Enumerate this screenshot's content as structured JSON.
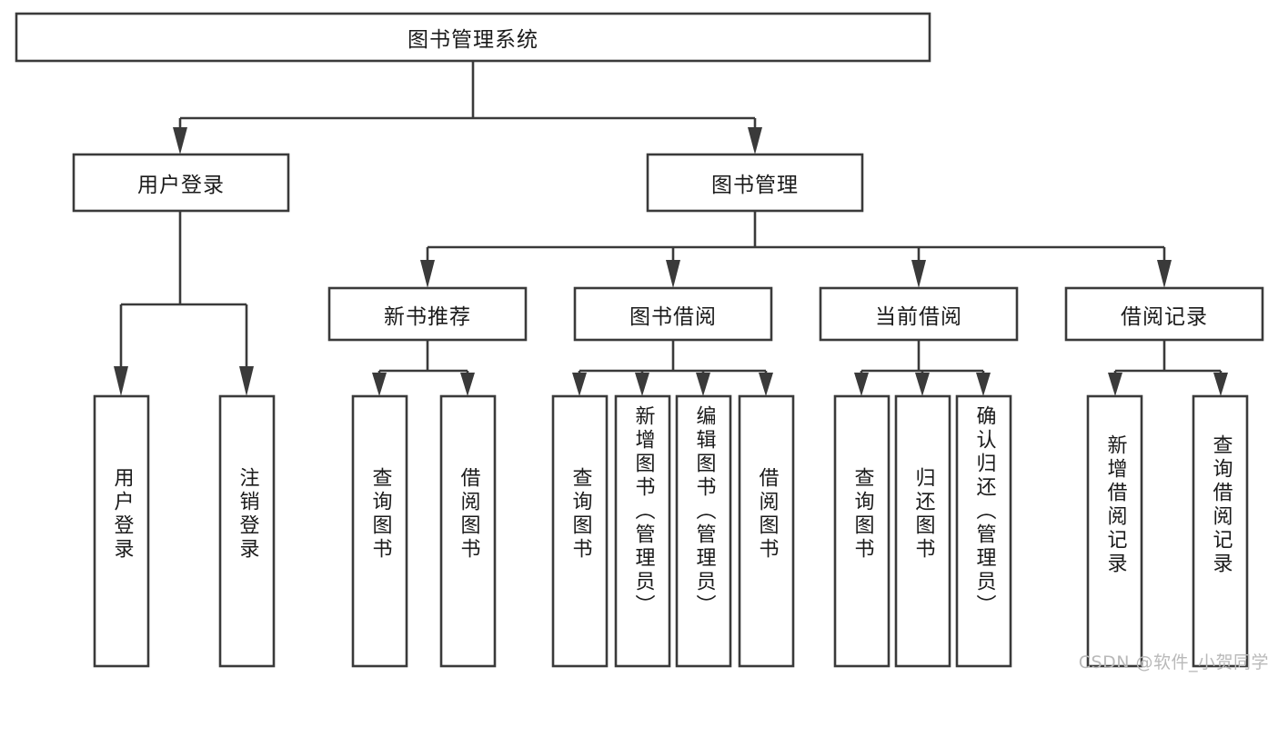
{
  "diagram": {
    "title": "图书管理系统",
    "type": "tree-hierarchy",
    "watermark": "CSDN @软件_小贺同学",
    "colors": {
      "box_fill": "#ffffff",
      "box_stroke": "#3a3a3a",
      "text": "#1a1a1a",
      "watermark": "#b9b9b9",
      "background": "#ffffff"
    },
    "root": {
      "id": "root",
      "label": "图书管理系统",
      "orientation": "horizontal"
    },
    "level2": [
      {
        "id": "user-login",
        "label": "用户登录",
        "orientation": "horizontal"
      },
      {
        "id": "book-management",
        "label": "图书管理",
        "orientation": "horizontal"
      }
    ],
    "level3": [
      {
        "id": "new-book-recommend",
        "label": "新书推荐",
        "orientation": "horizontal",
        "parent": "book-management"
      },
      {
        "id": "book-borrow",
        "label": "图书借阅",
        "orientation": "horizontal",
        "parent": "book-management"
      },
      {
        "id": "current-borrow",
        "label": "当前借阅",
        "orientation": "horizontal",
        "parent": "book-management"
      },
      {
        "id": "borrow-record",
        "label": "借阅记录",
        "orientation": "horizontal",
        "parent": "book-management"
      }
    ],
    "leaves": {
      "user-login": [
        {
          "id": "leaf-user-login",
          "label": "用户登录"
        },
        {
          "id": "leaf-user-logout",
          "label": "注销登录"
        }
      ],
      "new-book-recommend": [
        {
          "id": "leaf-query-book-1",
          "label": "查询图书"
        },
        {
          "id": "leaf-borrow-book-1",
          "label": "借阅图书"
        }
      ],
      "book-borrow": [
        {
          "id": "leaf-query-book-2",
          "label": "查询图书"
        },
        {
          "id": "leaf-add-book",
          "label": "新增图书（管理员）"
        },
        {
          "id": "leaf-edit-book",
          "label": "编辑图书（管理员）"
        },
        {
          "id": "leaf-borrow-book-2",
          "label": "借阅图书"
        }
      ],
      "current-borrow": [
        {
          "id": "leaf-query-book-3",
          "label": "查询图书"
        },
        {
          "id": "leaf-return-book",
          "label": "归还图书"
        },
        {
          "id": "leaf-confirm-return",
          "label": "确认归还（管理员）"
        }
      ],
      "borrow-record": [
        {
          "id": "leaf-add-record",
          "label": "新增借阅记录"
        },
        {
          "id": "leaf-query-record",
          "label": "查询借阅记录"
        }
      ]
    }
  }
}
